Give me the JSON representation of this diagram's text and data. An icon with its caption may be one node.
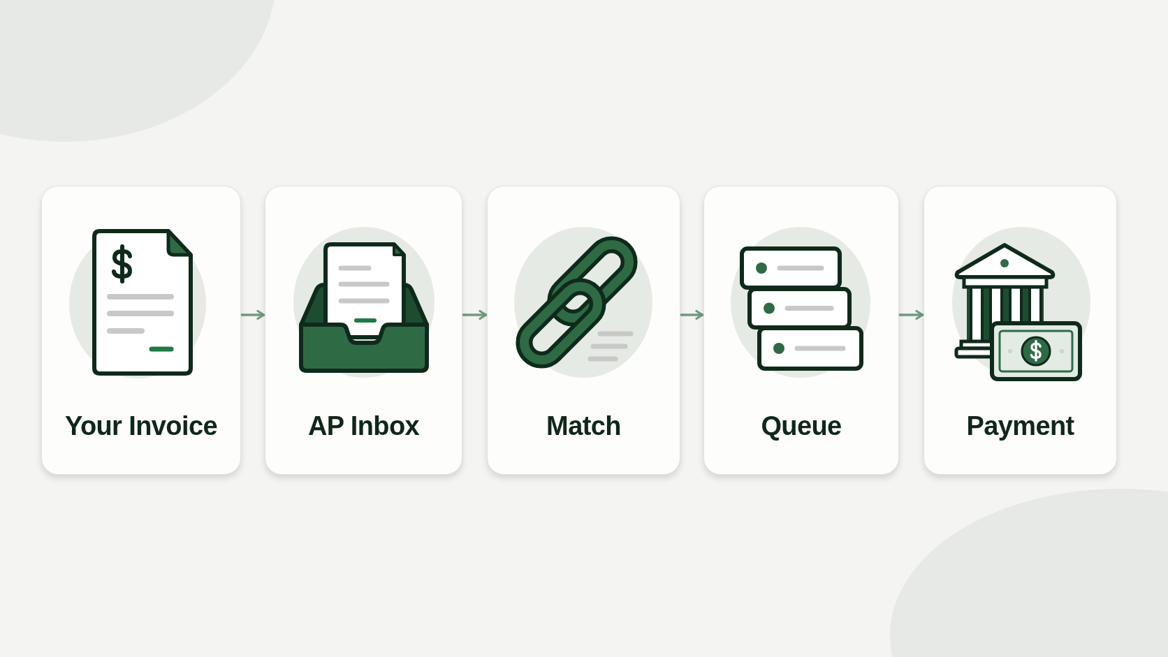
{
  "diagram": {
    "nodes": [
      {
        "text": [
          "Your Invoice"
        ]
      },
      {
        "text": [
          "AP Inbox"
        ]
      },
      {
        "text": [
          "Match"
        ]
      },
      {
        "text": [
          "Queue"
        ]
      },
      {
        "text": [
          "Payment"
        ]
      }
    ],
    "edges": [
      {
        "from": 0,
        "to": 1,
        "arrow": "to"
      },
      {
        "from": 1,
        "to": 2,
        "arrow": "to"
      },
      {
        "from": 2,
        "to": 3,
        "arrow": "to"
      },
      {
        "from": 3,
        "to": 4,
        "arrow": "to"
      }
    ]
  }
}
